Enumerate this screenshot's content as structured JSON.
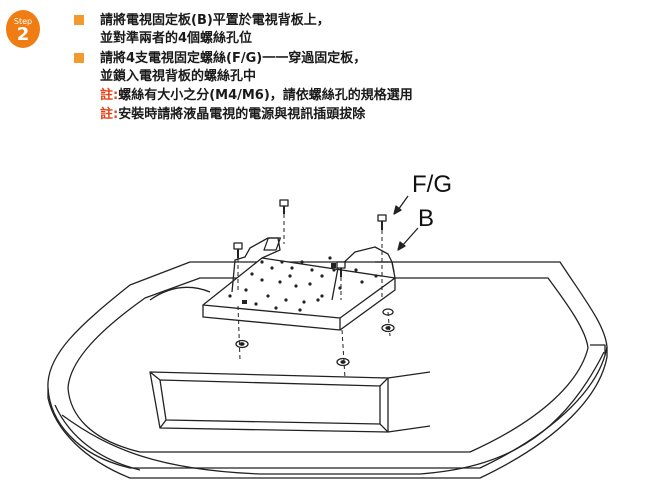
{
  "step": {
    "label": "Step",
    "number": "2"
  },
  "instructions": [
    {
      "lines": [
        "請將電視固定板(B)平置於電視背板上，",
        "並對準兩者的4個螺絲孔位"
      ]
    },
    {
      "lines": [
        "請將4支電視固定螺絲(F/G)一一穿過固定板，",
        "並鎖入電視背板的螺絲孔中"
      ]
    }
  ],
  "notes": [
    {
      "tag": "註:",
      "text": "螺絲有大小之分(M4/M6)，請依螺絲孔的規格選用"
    },
    {
      "tag": "註:",
      "text": "安裝時請將液晶電視的電源與視訊插頭拔除"
    }
  ],
  "diagram": {
    "label_screws": "F/G",
    "label_plate": "B",
    "colors": {
      "line": "#222222",
      "step": "#ef7d14",
      "bullet": "#f29a2e",
      "note_tag": "#e0451b"
    }
  }
}
